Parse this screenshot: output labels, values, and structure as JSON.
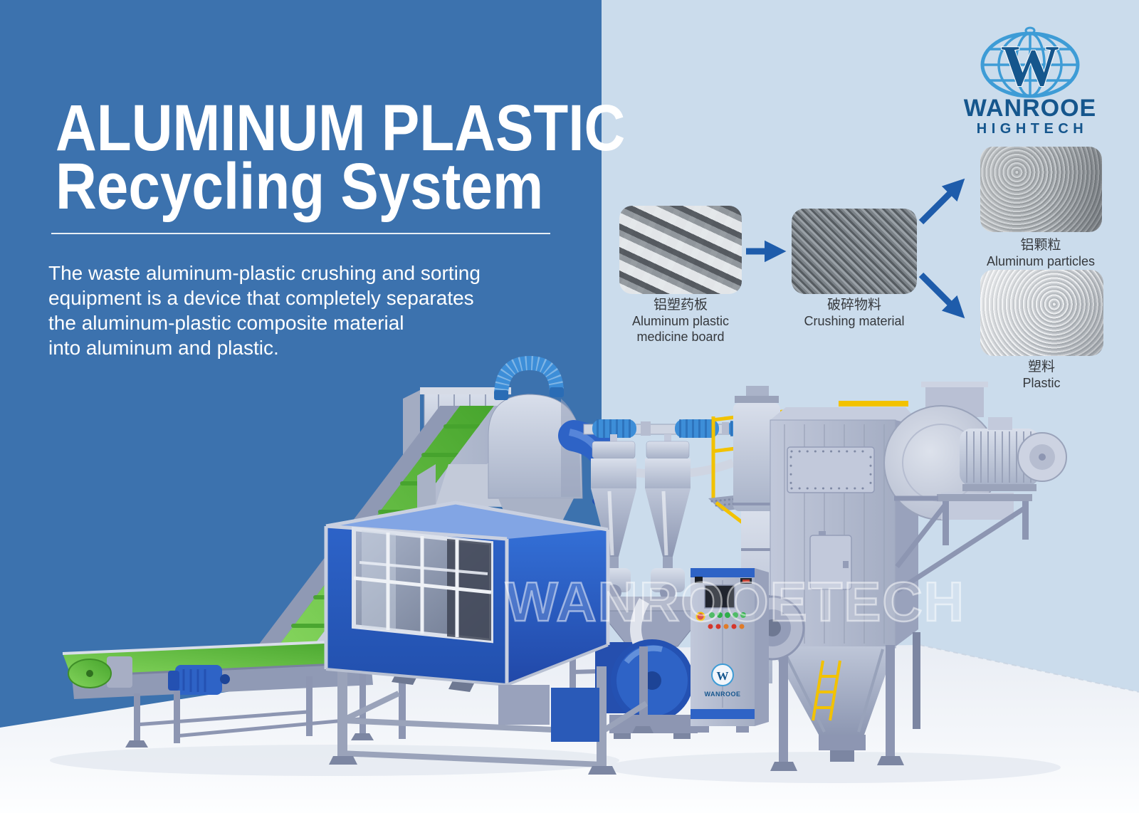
{
  "colors": {
    "hero_panel": "#3C72AE",
    "backdrop": "#CBDCEC",
    "floor": "#F4F6FA",
    "arrow": "#1E5CAB",
    "logo_globe": "#3E9CD6",
    "logo_text": "#15568E",
    "machine_blue": "#2E63C6",
    "belt_green": "#5CB83C",
    "safety_yellow": "#F2C200",
    "machine_gray": "#B4BCD2"
  },
  "logo": {
    "monogram": "W",
    "brand": "WANROOE",
    "sub": "HIGHTECH"
  },
  "hero": {
    "title_line1": "ALUMINUM PLASTIC",
    "title_line2": "Recycling System",
    "description_lines": [
      "The waste aluminum-plastic crushing and sorting",
      "equipment is a device that completely separates",
      "the aluminum-plastic composite material",
      "into aluminum and plastic."
    ]
  },
  "flow": {
    "steps": [
      {
        "zh": "铝塑药板",
        "en_lines": [
          "Aluminum plastic",
          "medicine board"
        ]
      },
      {
        "zh": "破碎物料",
        "en_lines": [
          "Crushing material"
        ]
      },
      {
        "zh": "铝颗粒",
        "en_lines": [
          "Aluminum particles"
        ]
      },
      {
        "zh": "塑料",
        "en_lines": [
          "Plastic"
        ]
      }
    ]
  },
  "watermark": "WANROOETECH",
  "machine": {
    "cabinet_logo_monogram": "W",
    "cabinet_logo_text": "WANROOE"
  }
}
